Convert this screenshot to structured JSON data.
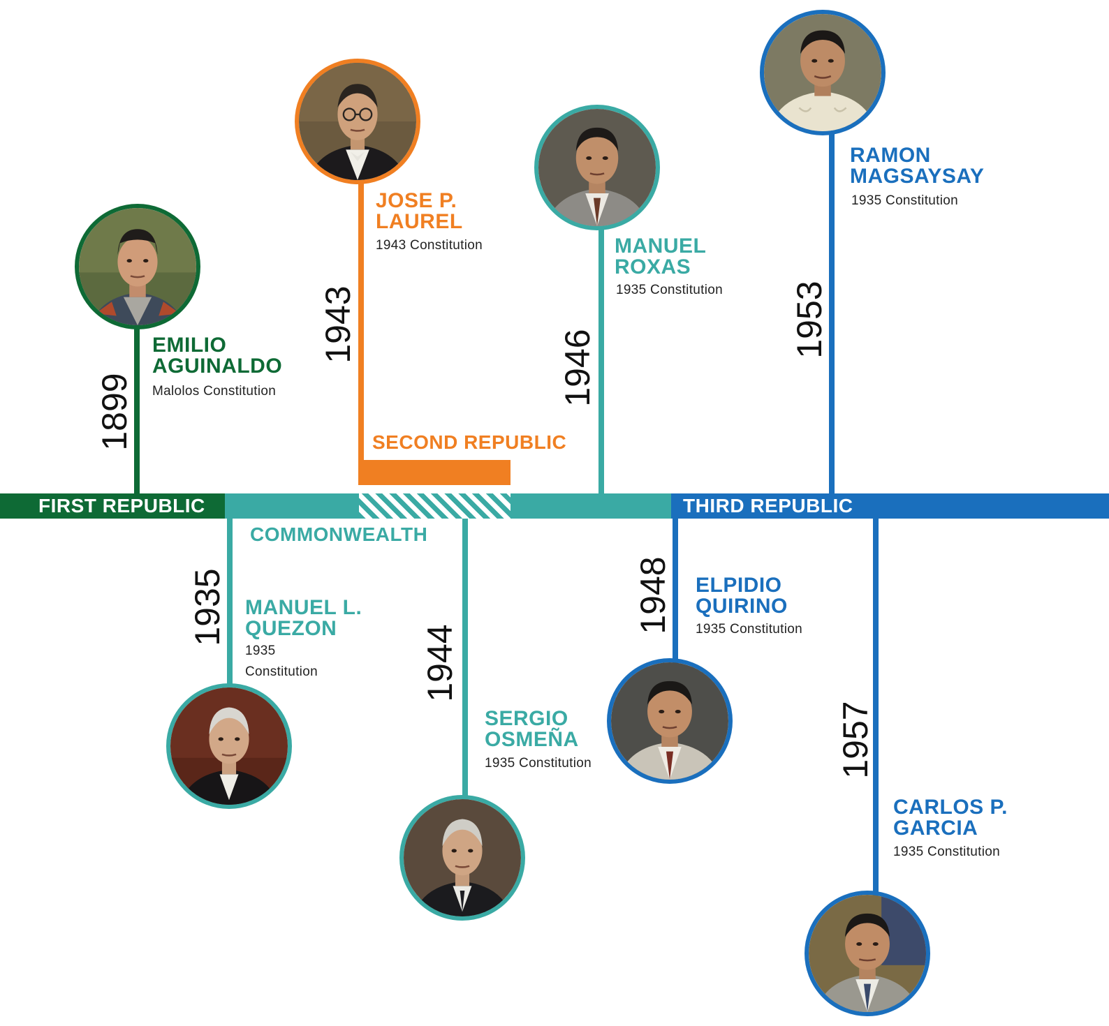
{
  "colors": {
    "first": "#0e6a35",
    "commonwealth": "#3aaaa4",
    "second": "#f07f22",
    "third": "#1a6fbd"
  },
  "eras": {
    "first": "FIRST REPUBLIC",
    "commonwealth": "COMMONWEALTH",
    "second": "SECOND REPUBLIC",
    "third": "THIRD REPUBLIC"
  },
  "presidents": [
    {
      "key": "aguinaldo",
      "year": "1899",
      "name": [
        "EMILIO",
        "AGUINALDO"
      ],
      "constitution": "Malolos Constitution",
      "era": "first"
    },
    {
      "key": "quezon",
      "year": "1935",
      "name": [
        "MANUEL L.",
        "QUEZON"
      ],
      "constitution": [
        "1935",
        "Constitution"
      ],
      "era": "commonwealth"
    },
    {
      "key": "laurel",
      "year": "1943",
      "name": [
        "JOSE P.",
        "LAUREL"
      ],
      "constitution": "1943 Constitution",
      "era": "second"
    },
    {
      "key": "osmena",
      "year": "1944",
      "name": [
        "SERGIO",
        "OSMEÑA"
      ],
      "constitution": "1935 Constitution",
      "era": "commonwealth"
    },
    {
      "key": "roxas",
      "year": "1946",
      "name": [
        "MANUEL",
        "ROXAS"
      ],
      "constitution": "1935 Constitution",
      "era": "commonwealth"
    },
    {
      "key": "quirino",
      "year": "1948",
      "name": [
        "ELPIDIO",
        "QUIRINO"
      ],
      "constitution": "1935 Constitution",
      "era": "third"
    },
    {
      "key": "magsaysay",
      "year": "1953",
      "name": [
        "RAMON",
        "MAGSAYSAY"
      ],
      "constitution": "1935 Constitution",
      "era": "third"
    },
    {
      "key": "garcia",
      "year": "1957",
      "name": [
        "CARLOS P.",
        "GARCIA"
      ],
      "constitution": "1935 Constitution",
      "era": "third"
    }
  ]
}
